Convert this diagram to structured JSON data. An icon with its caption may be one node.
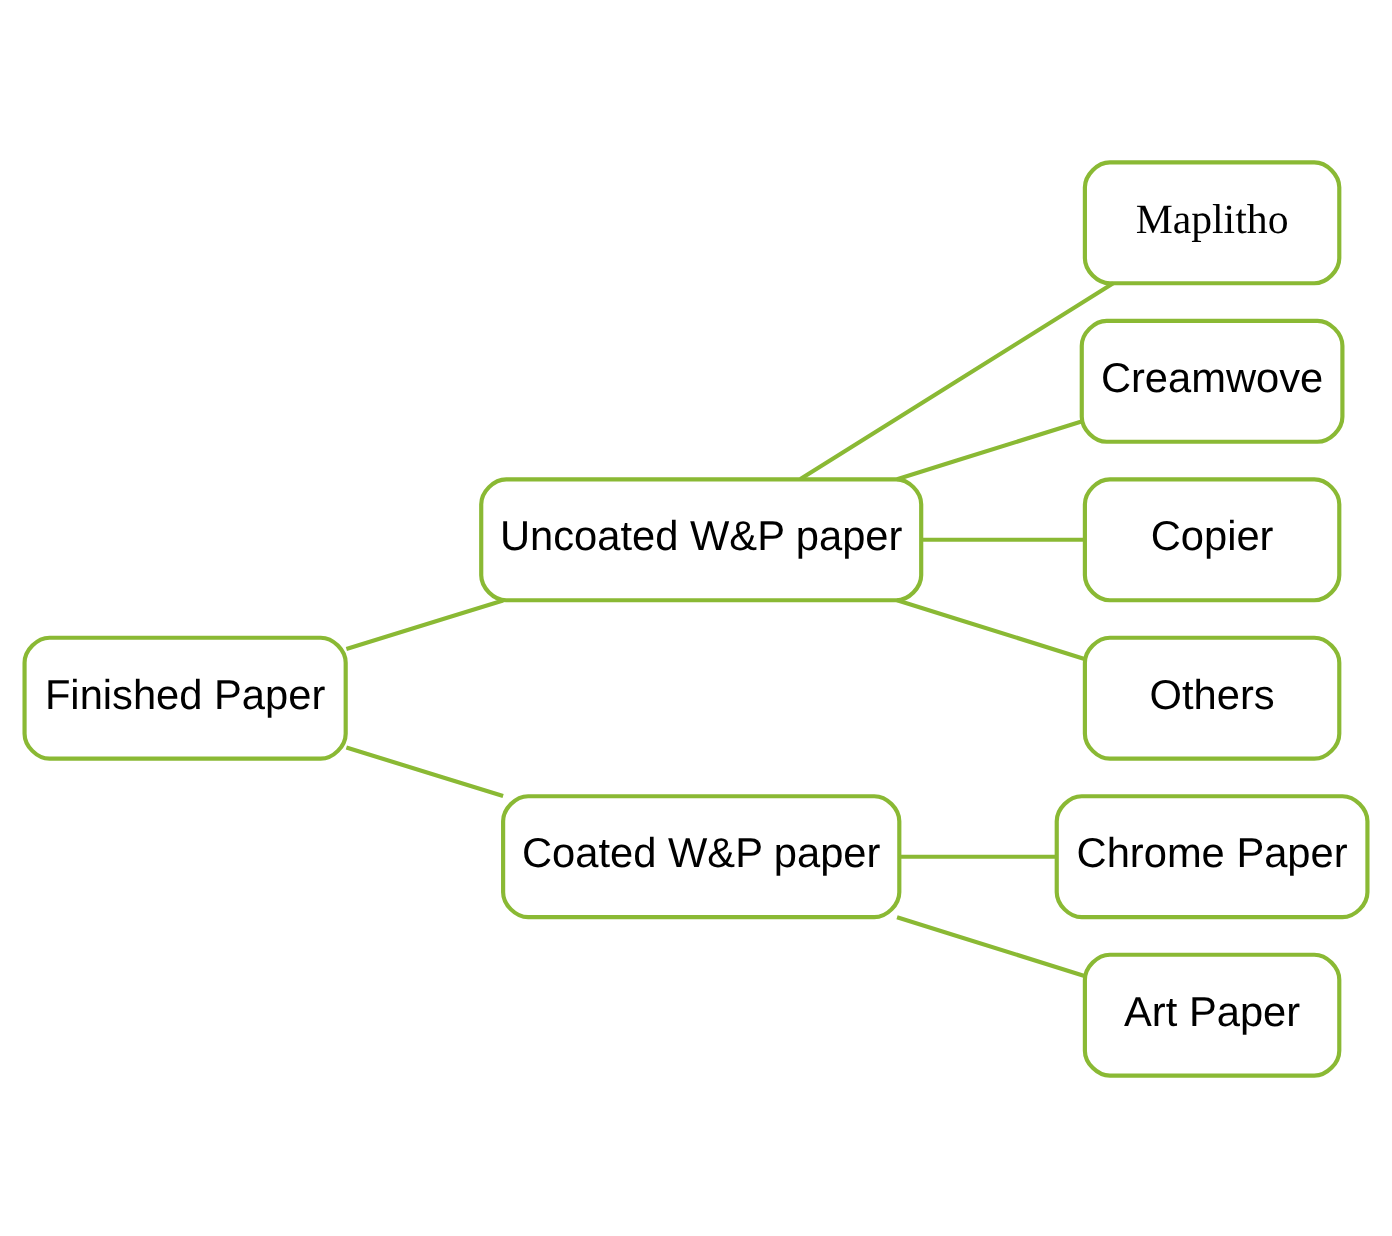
{
  "diagram": {
    "nodes": [
      {
        "text": [
          "Finished Paper"
        ]
      },
      {
        "text": [
          "Uncoated W&P paper"
        ]
      },
      {
        "text": [
          "Coated W&P paper"
        ]
      },
      {
        "text": [
          "Maplitho"
        ]
      },
      {
        "text": [
          "Creamwove"
        ]
      },
      {
        "text": [
          "Copier"
        ]
      },
      {
        "text": [
          "Others"
        ]
      },
      {
        "text": [
          "Chrome Paper"
        ]
      },
      {
        "text": [
          "Art Paper"
        ]
      }
    ],
    "edges": [
      {
        "from": 0,
        "to": 1,
        "arrow": "none"
      },
      {
        "from": 0,
        "to": 2,
        "arrow": "none"
      },
      {
        "from": 1,
        "to": 3,
        "arrow": "none"
      },
      {
        "from": 1,
        "to": 4,
        "arrow": "none"
      },
      {
        "from": 1,
        "to": 5,
        "arrow": "none"
      },
      {
        "from": 1,
        "to": 6,
        "arrow": "none"
      },
      {
        "from": 2,
        "to": 7,
        "arrow": "none"
      },
      {
        "from": 2,
        "to": 8,
        "arrow": "none"
      }
    ]
  }
}
